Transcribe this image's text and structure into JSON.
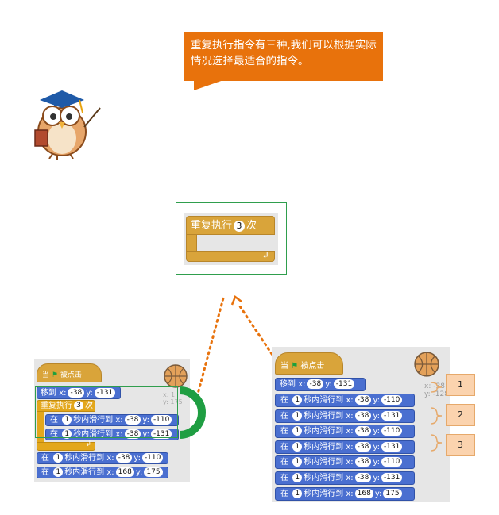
{
  "callout": {
    "text": "重复执行指令有三种,我们可以根据实际情况选择最适合的指令。"
  },
  "repeat_block": {
    "label": "重复执行",
    "count": "3",
    "unit": "次"
  },
  "left_script": {
    "hat": {
      "when": "当",
      "clicked": "被点击"
    },
    "goto": {
      "label": "移到",
      "x_label": "x:",
      "x": "-38",
      "y_label": "y:",
      "y": "-131"
    },
    "repeat": {
      "label": "重复执行",
      "count": "3",
      "unit": "次"
    },
    "inner": [
      {
        "pre": "在",
        "secs": "1",
        "mid": "秒内滑行到",
        "x_label": "x:",
        "x": "-38",
        "y_label": "y:",
        "y": "-110"
      },
      {
        "pre": "在",
        "secs": "1",
        "mid": "秒内滑行到",
        "x_label": "x:",
        "x": "-38",
        "y_label": "y:",
        "y": "-131"
      }
    ],
    "after": [
      {
        "pre": "在",
        "secs": "1",
        "mid": "秒内滑行到",
        "x_label": "x:",
        "x": "-38",
        "y_label": "y:",
        "y": "-110"
      },
      {
        "pre": "在",
        "secs": "1",
        "mid": "秒内滑行到",
        "x_label": "x:",
        "x": "168",
        "y_label": "y:",
        "y": "175"
      }
    ],
    "coord": {
      "x": "x: 1",
      "y": "y: 175"
    }
  },
  "right_script": {
    "hat": {
      "when": "当",
      "clicked": "被点击"
    },
    "goto": {
      "label": "移到",
      "x_label": "x:",
      "x": "-38",
      "y_label": "y:",
      "y": "-131"
    },
    "glides": [
      {
        "pre": "在",
        "secs": "1",
        "mid": "秒内滑行到",
        "x_label": "x:",
        "x": "-38",
        "y_label": "y:",
        "y": "-110"
      },
      {
        "pre": "在",
        "secs": "1",
        "mid": "秒内滑行到",
        "x_label": "x:",
        "x": "-38",
        "y_label": "y:",
        "y": "-131"
      },
      {
        "pre": "在",
        "secs": "1",
        "mid": "秒内滑行到",
        "x_label": "x:",
        "x": "-38",
        "y_label": "y:",
        "y": "-110"
      },
      {
        "pre": "在",
        "secs": "1",
        "mid": "秒内滑行到",
        "x_label": "x:",
        "x": "-38",
        "y_label": "y:",
        "y": "-131"
      },
      {
        "pre": "在",
        "secs": "1",
        "mid": "秒内滑行到",
        "x_label": "x:",
        "x": "-38",
        "y_label": "y:",
        "y": "-110"
      },
      {
        "pre": "在",
        "secs": "1",
        "mid": "秒内滑行到",
        "x_label": "x:",
        "x": "-38",
        "y_label": "y:",
        "y": "-131"
      },
      {
        "pre": "在",
        "secs": "1",
        "mid": "秒内滑行到",
        "x_label": "x:",
        "x": "168",
        "y_label": "y:",
        "y": "175"
      }
    ],
    "coord": {
      "x": "x: -38",
      "y": "y: -128"
    }
  },
  "labels": [
    "1",
    "2",
    "3"
  ],
  "colors": {
    "orange": "#e8720c",
    "green": "#2f9e4d",
    "blue": "#4a6fd0",
    "yellow": "#e3a71c"
  }
}
